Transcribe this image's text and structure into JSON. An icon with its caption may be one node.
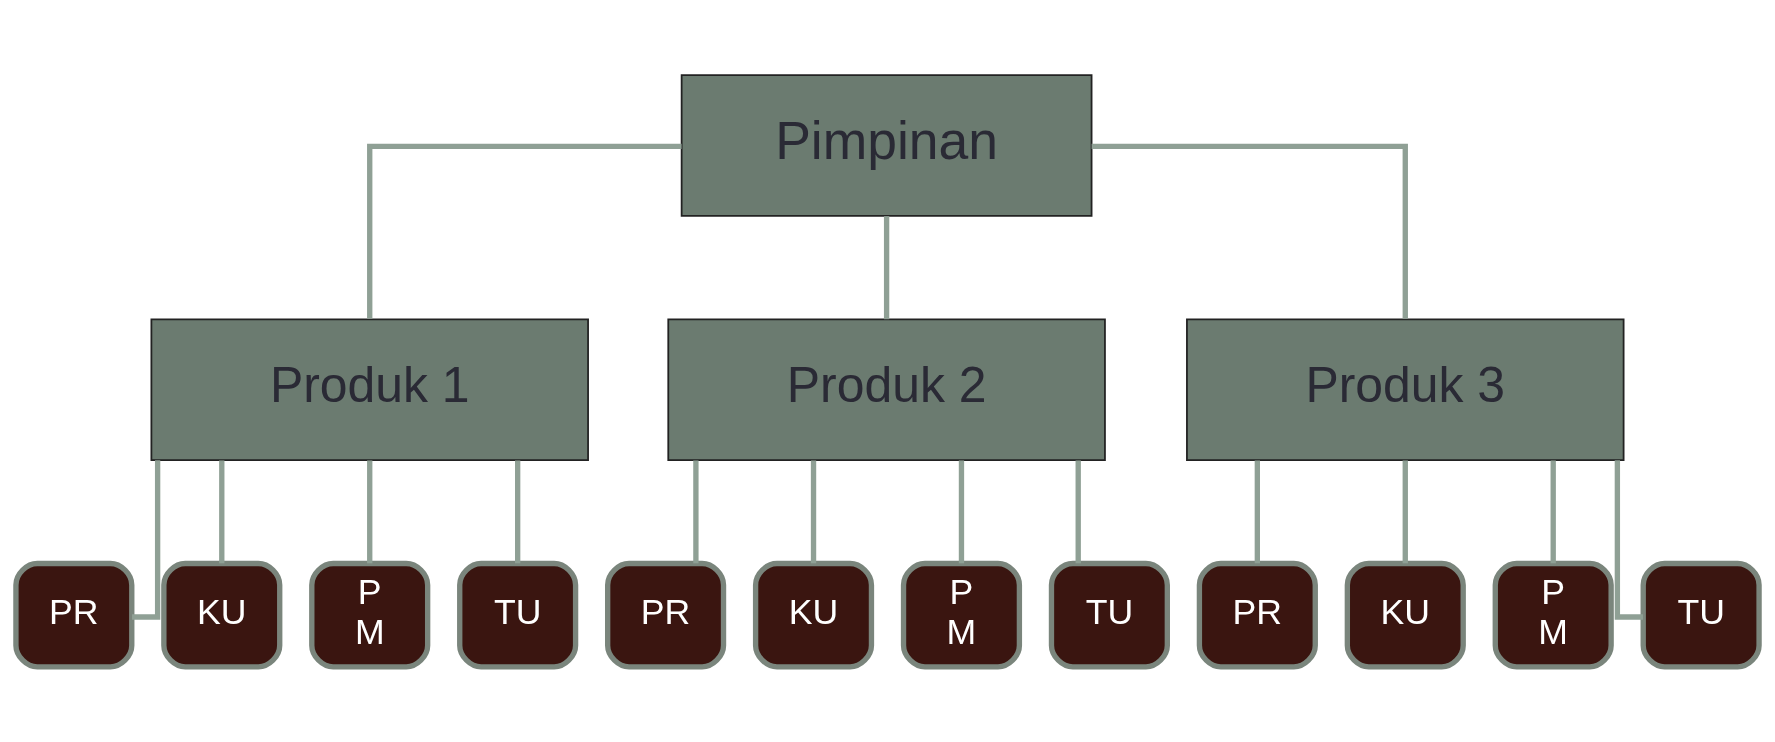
{
  "diagram": {
    "nodes": [
      {
        "text": [
          "Pimpinan"
        ]
      },
      {
        "text": [
          "Produk 1"
        ]
      },
      {
        "text": [
          "Produk 2"
        ]
      },
      {
        "text": [
          "Produk 3"
        ]
      },
      {
        "text": [
          "PR"
        ]
      },
      {
        "text": [
          "KU"
        ]
      },
      {
        "text": [
          "P M"
        ]
      },
      {
        "text": [
          "TU"
        ]
      },
      {
        "text": [
          "PR"
        ]
      },
      {
        "text": [
          "KU"
        ]
      },
      {
        "text": [
          "P M"
        ]
      },
      {
        "text": [
          "TU"
        ]
      },
      {
        "text": [
          "PR"
        ]
      },
      {
        "text": [
          "KU"
        ]
      },
      {
        "text": [
          "P M"
        ]
      },
      {
        "text": [
          "TU"
        ]
      }
    ],
    "edges": [
      {
        "from": 0,
        "to": 1,
        "arrow": "none"
      },
      {
        "from": 0,
        "to": 2,
        "arrow": "none"
      },
      {
        "from": 0,
        "to": 3,
        "arrow": "none"
      },
      {
        "from": 1,
        "to": 4,
        "arrow": "none"
      },
      {
        "from": 1,
        "to": 5,
        "arrow": "none"
      },
      {
        "from": 1,
        "to": 6,
        "arrow": "none"
      },
      {
        "from": 1,
        "to": 7,
        "arrow": "none"
      },
      {
        "from": 2,
        "to": 8,
        "arrow": "none"
      },
      {
        "from": 2,
        "to": 9,
        "arrow": "none"
      },
      {
        "from": 2,
        "to": 10,
        "arrow": "none"
      },
      {
        "from": 2,
        "to": 11,
        "arrow": "none"
      },
      {
        "from": 3,
        "to": 12,
        "arrow": "none"
      },
      {
        "from": 3,
        "to": 13,
        "arrow": "none"
      },
      {
        "from": 3,
        "to": 14,
        "arrow": "none"
      },
      {
        "from": 3,
        "to": 15,
        "arrow": "none"
      }
    ]
  }
}
